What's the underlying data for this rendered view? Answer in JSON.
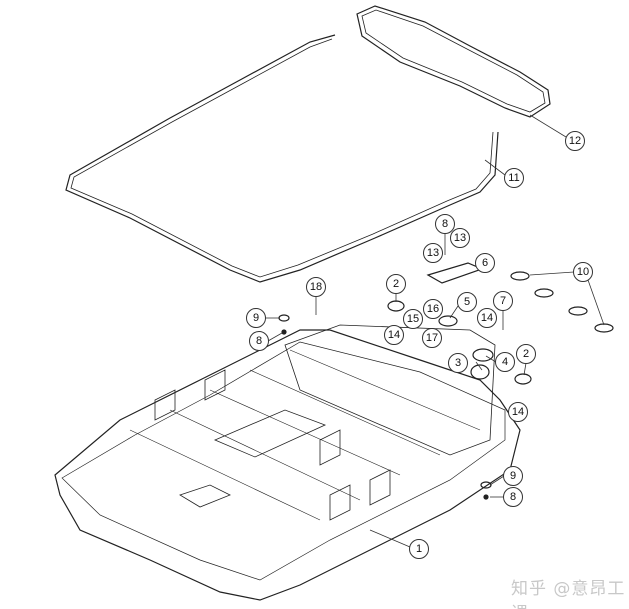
{
  "callouts": [
    "12",
    "11",
    "8",
    "13",
    "13",
    "6",
    "10",
    "18",
    "2",
    "9",
    "8",
    "16",
    "5",
    "7",
    "15",
    "14",
    "14",
    "17",
    "3",
    "4",
    "2",
    "14",
    "9",
    "8",
    "1"
  ],
  "watermark": "知乎 @意昂工课"
}
